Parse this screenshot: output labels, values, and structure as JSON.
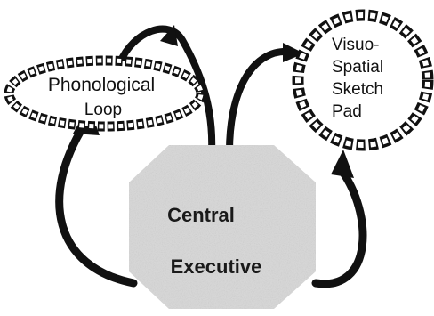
{
  "diagram": {
    "phonological_loop": {
      "line1": "Phonological",
      "line2": "Loop"
    },
    "visuo_spatial": {
      "line1": "Visuo-",
      "line2": "Spatial",
      "line3": "Sketch",
      "line4": "Pad"
    },
    "central_executive": {
      "line1": "Central",
      "line2": "Executive"
    }
  },
  "colors": {
    "ink": "#111111",
    "executive_fill": "#d4d4d4",
    "speckle": "#8a8a8a"
  }
}
